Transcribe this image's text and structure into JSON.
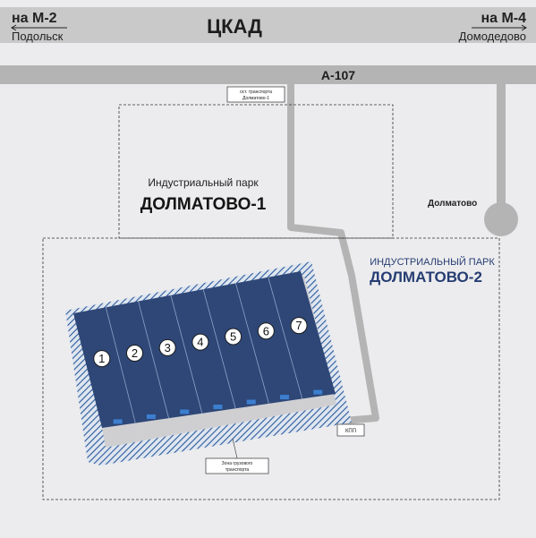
{
  "roads": {
    "ckad": {
      "label": "ЦКАД"
    },
    "left_direction": {
      "route": "на М-2",
      "city": "Подольск"
    },
    "right_direction": {
      "route": "на М-4",
      "city": "Домодедово"
    },
    "a107": {
      "label": "А-107"
    }
  },
  "bus_stop": {
    "line1": "ост. транспорта",
    "line2": "Долматово-1"
  },
  "village": {
    "label": "Долматово"
  },
  "park1": {
    "subtitle": "Индустриальный парк",
    "title": "ДОЛМАТОВО-1"
  },
  "park2": {
    "subtitle": "ИНДУСТРИАЛЬНЫЙ ПАРК",
    "title": "ДОЛМАТОВО-2"
  },
  "buildings": [
    "1",
    "2",
    "3",
    "4",
    "5",
    "6",
    "7"
  ],
  "checkpoint": {
    "label": "КПП"
  },
  "cargo_zone": {
    "line1": "Зона грузового",
    "line2": "транспорта"
  },
  "colors": {
    "background": "#ececee",
    "road": "#b4b4b4",
    "building": "#2e4777",
    "accent_title": "#263d72",
    "hatch": "#2b5a9a",
    "yard": "#c8c8c8"
  }
}
